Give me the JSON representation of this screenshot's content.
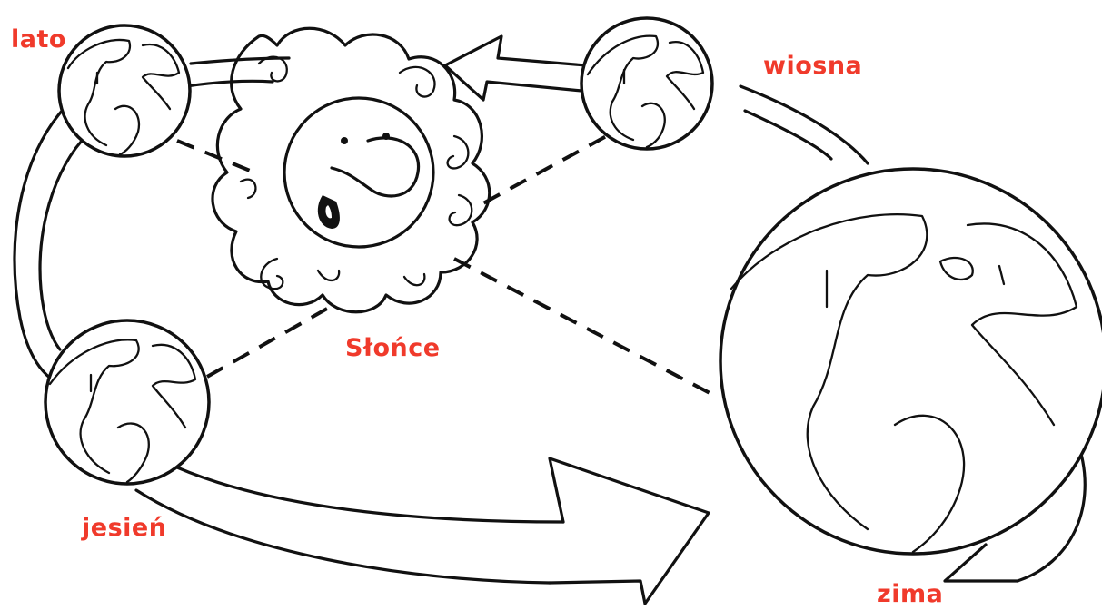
{
  "labels": {
    "summer": "lato",
    "spring": "wiosna",
    "autumn": "jesień",
    "winter": "zima",
    "sun": "Słońce"
  },
  "colors": {
    "label": "#f03a2b",
    "line": "#111111",
    "background": "#ffffff"
  }
}
